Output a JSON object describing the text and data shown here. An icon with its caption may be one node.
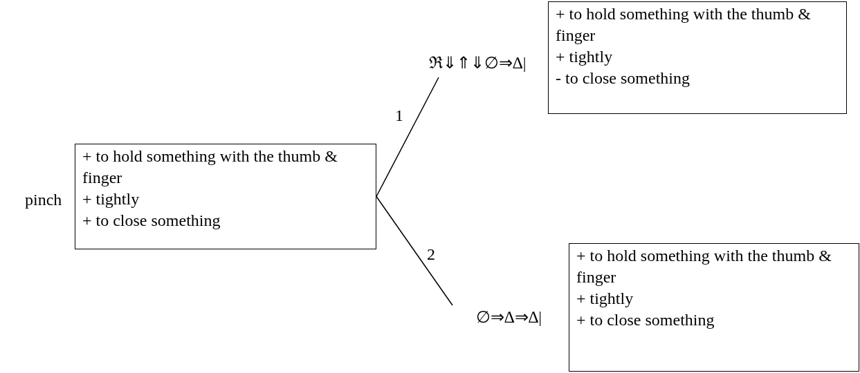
{
  "diagram": {
    "nodes": [
      {
        "text": [
          "+ to hold something with the thumb & finger",
          "+ tightly",
          "+ to close something"
        ],
        "beside": [
          "pinch"
        ]
      },
      {
        "text": [
          "ℜ⇓⇑⇓∅⇒∆|"
        ]
      },
      {
        "text": [
          "+ to hold something with the thumb & finger",
          "+ tightly",
          "- to close something"
        ]
      },
      {
        "text": [
          "∅⇒∆⇒∆|"
        ]
      },
      {
        "text": [
          "+ to hold something with the thumb & finger",
          "+ tightly",
          "+ to close something"
        ]
      }
    ],
    "edges": [
      {
        "from": 0,
        "to": 1,
        "arrow": "none",
        "label": "1"
      },
      {
        "from": 0,
        "to": 3,
        "arrow": "none",
        "label": "2"
      }
    ]
  }
}
